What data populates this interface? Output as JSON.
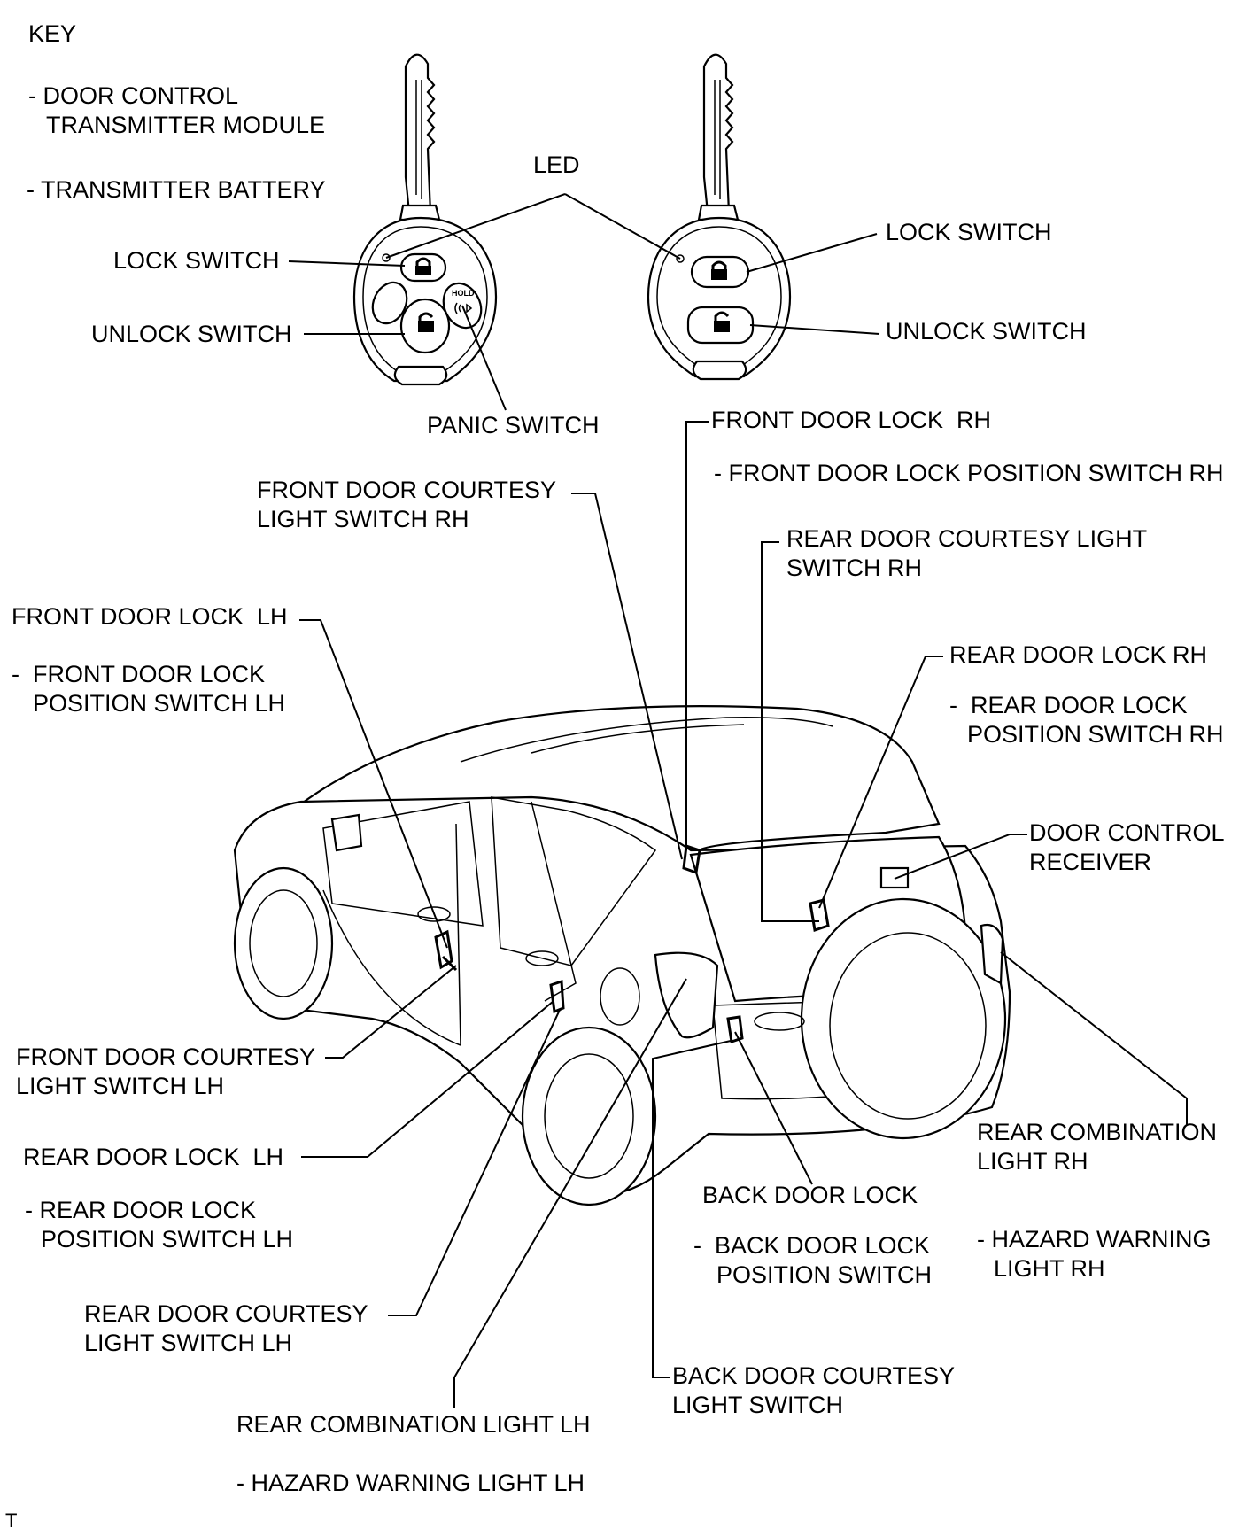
{
  "labels": {
    "key": "KEY",
    "door_control_transmitter_module_1": "- DOOR CONTROL",
    "door_control_transmitter_module_2": "TRANSMITTER MODULE",
    "transmitter_battery": "- TRANSMITTER BATTERY",
    "led": "LED",
    "lock_switch_left": "LOCK SWITCH",
    "unlock_switch_left": "UNLOCK SWITCH",
    "panic_switch": "PANIC SWITCH",
    "lock_switch_right": "LOCK SWITCH",
    "unlock_switch_right": "UNLOCK SWITCH",
    "front_door_lock_rh": "FRONT DOOR LOCK  RH",
    "front_door_lock_position_switch_rh": "- FRONT DOOR LOCK POSITION SWITCH RH",
    "front_door_courtesy_rh_1": "FRONT DOOR COURTESY",
    "front_door_courtesy_rh_2": "LIGHT SWITCH RH",
    "rear_door_courtesy_rh_1": "REAR DOOR COURTESY LIGHT",
    "rear_door_courtesy_rh_2": "SWITCH RH",
    "front_door_lock_lh": "FRONT DOOR LOCK  LH",
    "front_door_lock_position_switch_lh_1": "-  FRONT DOOR LOCK",
    "front_door_lock_position_switch_lh_2": "POSITION SWITCH LH",
    "rear_door_lock_rh": "REAR DOOR LOCK RH",
    "rear_door_lock_position_switch_rh_1": "-  REAR DOOR LOCK",
    "rear_door_lock_position_switch_rh_2": "POSITION SWITCH RH",
    "door_control_receiver_1": "DOOR CONTROL",
    "door_control_receiver_2": "RECEIVER",
    "front_door_courtesy_lh_1": "FRONT DOOR COURTESY",
    "front_door_courtesy_lh_2": "LIGHT SWITCH LH",
    "rear_door_lock_lh": "REAR DOOR LOCK  LH",
    "rear_door_lock_position_switch_lh_1": "- REAR DOOR LOCK",
    "rear_door_lock_position_switch_lh_2": "POSITION SWITCH LH",
    "rear_combination_light_rh_1": "REAR COMBINATION",
    "rear_combination_light_rh_2": "LIGHT RH",
    "back_door_lock": "BACK DOOR LOCK",
    "back_door_lock_position_switch_1": "-  BACK DOOR LOCK",
    "back_door_lock_position_switch_2": "POSITION SWITCH",
    "hazard_warning_light_rh_1": "- HAZARD WARNING",
    "hazard_warning_light_rh_2": "LIGHT RH",
    "rear_door_courtesy_lh_1": "REAR DOOR COURTESY",
    "rear_door_courtesy_lh_2": "LIGHT SWITCH LH",
    "back_door_courtesy_1": "BACK DOOR COURTESY",
    "back_door_courtesy_2": "LIGHT SWITCH",
    "rear_combination_light_lh": "REAR COMBINATION LIGHT LH",
    "hazard_warning_light_lh": "- HAZARD WARNING LIGHT LH",
    "corner_mark": "T"
  },
  "key_button_text": {
    "hold": "HOLD"
  }
}
